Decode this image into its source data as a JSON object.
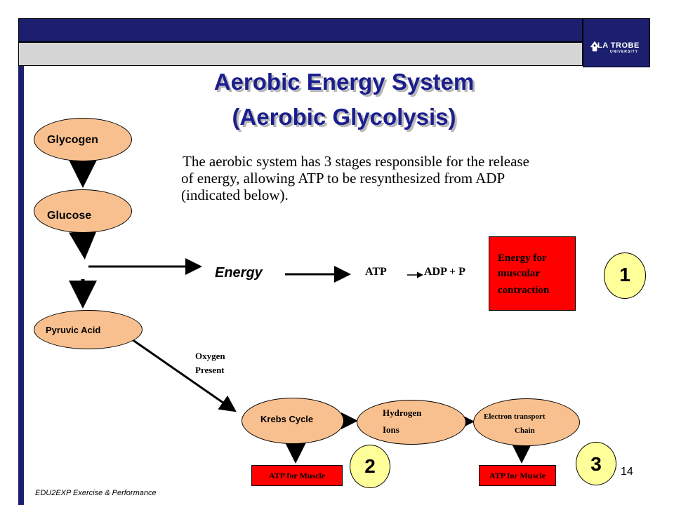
{
  "header": {
    "logo_text": "LA TROBE",
    "logo_subtext": "UNIVERSITY",
    "colors": {
      "navy": "#1b1f6e",
      "bar_top": "#1b1f6e",
      "bar_bottom": "#d6d6d6"
    }
  },
  "title": {
    "line1": "Aerobic Energy System",
    "line2": "(Aerobic Glycolysis)"
  },
  "intro": {
    "line1": "The aerobic system has 3 stages responsible for the release",
    "line2": "of energy, allowing ATP to be resynthesized from ADP",
    "line3": "(indicated below)."
  },
  "nodes": {
    "glycogen": "Glycogen",
    "glucose": "Glucose",
    "pyruvic_acid": "Pyruvic Acid",
    "krebs_cycle": "Krebs Cycle",
    "hydrogen_ions_1": "Hydrogen",
    "hydrogen_ions_2": "Ions",
    "electron_transport_1": "Electron transport",
    "electron_transport_2": "Chain"
  },
  "energy_row": {
    "energy_label": "Energy",
    "atp": "ATP",
    "adp_p": "ADP + P",
    "red_box_line1": "Energy for",
    "red_box_line2": "muscular",
    "red_box_line3": "contraction"
  },
  "oxygen": {
    "line1": "Oxygen",
    "line2": "Present"
  },
  "stages": {
    "stage1": "1",
    "stage2": "2",
    "stage3": "3"
  },
  "atp_boxes": {
    "left": "ATP for Muscle",
    "right": "ATP for Muscle"
  },
  "colors": {
    "ellipse_fill": "#f9c08f",
    "red_box": "#ff0000",
    "circle_fill": "#ffff99",
    "title_color": "#1b1f8e"
  },
  "footer": {
    "course": "EDU2EXP  Exercise & Performance",
    "page": "14"
  }
}
